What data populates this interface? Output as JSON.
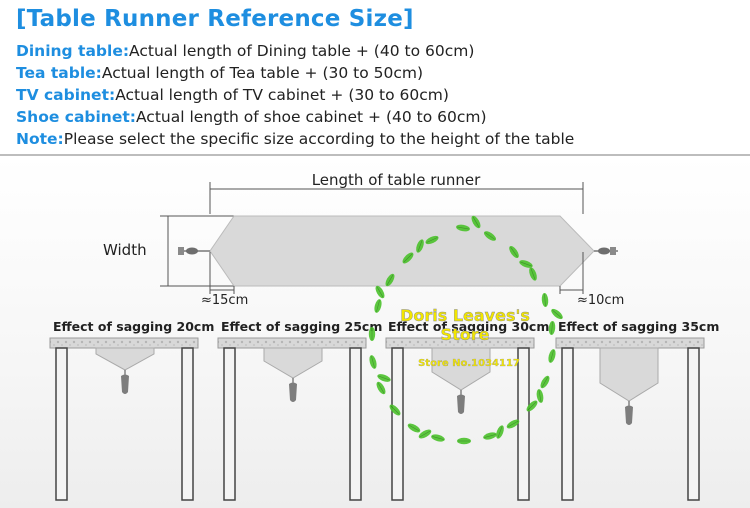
{
  "title": "[Table Runner Reference Size]",
  "specs": [
    {
      "key": "Dining table:",
      "value": "Actual length of Dining table + (40 to 60cm)"
    },
    {
      "key": "Tea table:",
      "value": "Actual length of Tea table + (30 to 50cm)"
    },
    {
      "key": "TV cabinet:",
      "value": "Actual length of TV cabinet  + (30 to 60cm)"
    },
    {
      "key": "Shoe cabinet:",
      "value": "Actual length of shoe cabinet + (40 to 60cm)"
    },
    {
      "key": "Note:",
      "value": "Please select the specific size according to the height of the table"
    }
  ],
  "diagram": {
    "length_label": "Length of table runner",
    "width_label": "Width",
    "left_tip": "≈15cm",
    "right_tip": "≈10cm",
    "sagging": [
      "Effect of sagging 20cm",
      "Effect of sagging 25cm",
      "Effect of sagging 30cm",
      "Effect of sagging 35cm"
    ]
  },
  "watermark": {
    "line1": "Doris Leaves's",
    "line2": "Store",
    "store_no": "Store No.1034117"
  },
  "colors": {
    "heading": "#1e8ee0",
    "runner": "#d9d9d9",
    "watermark_text": "#f2e600",
    "leaf": "#4cc22c"
  }
}
